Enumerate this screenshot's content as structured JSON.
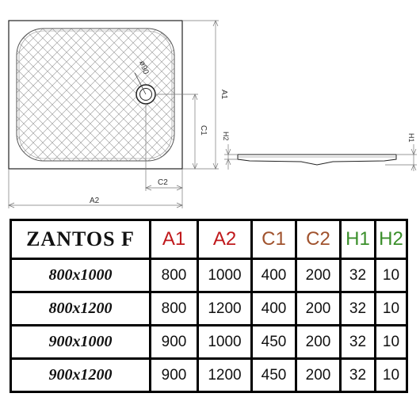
{
  "drawing": {
    "labels": {
      "a1": "A1",
      "a2": "A2",
      "c1": "C1",
      "c2": "C2",
      "h1": "H1",
      "h2": "H2",
      "drain": "ø90"
    }
  },
  "table": {
    "model": "ZANTOS F",
    "headers": [
      {
        "label": "A1",
        "color": "#c0191c"
      },
      {
        "label": "A2",
        "color": "#c0191c"
      },
      {
        "label": "C1",
        "color": "#a0522d"
      },
      {
        "label": "C2",
        "color": "#a0522d"
      },
      {
        "label": "H1",
        "color": "#3a8f2a"
      },
      {
        "label": "H2",
        "color": "#3a8f2a"
      }
    ],
    "rows": [
      {
        "size": "800x1000",
        "values": [
          "800",
          "1000",
          "400",
          "200",
          "32",
          "10"
        ]
      },
      {
        "size": "800x1200",
        "values": [
          "800",
          "1200",
          "400",
          "200",
          "32",
          "10"
        ]
      },
      {
        "size": "900x1000",
        "values": [
          "900",
          "1000",
          "450",
          "200",
          "32",
          "10"
        ]
      },
      {
        "size": "900x1200",
        "values": [
          "900",
          "1200",
          "450",
          "200",
          "32",
          "10"
        ]
      }
    ]
  }
}
